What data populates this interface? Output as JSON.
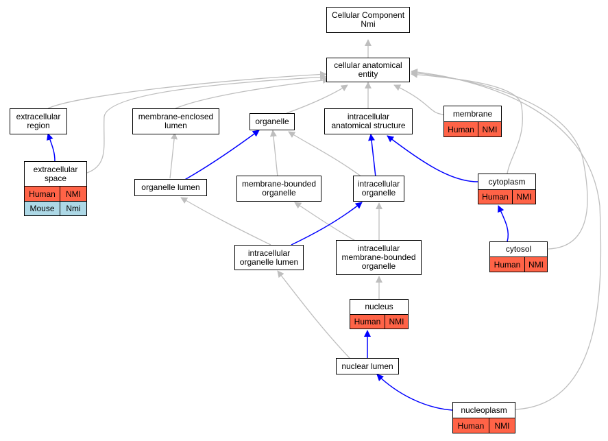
{
  "colors": {
    "human": "#ff6347",
    "mouse": "#add8e6",
    "edge_is_a": "#bebebe",
    "edge_part_of": "#0000ff"
  },
  "nodes": {
    "root": {
      "label": "Cellular Component\nNmi"
    },
    "cae": {
      "label": "cellular anatomical\nentity"
    },
    "extracellular_region": {
      "label": "extracellular\nregion"
    },
    "membrane_enclosed_lumen": {
      "label": "membrane-enclosed\nlumen"
    },
    "organelle": {
      "label": "organelle"
    },
    "intracellular_structure": {
      "label": "intracellular\nanatomical structure"
    },
    "membrane": {
      "label": "membrane",
      "tags": [
        "Human",
        "NMI"
      ]
    },
    "extracellular_space": {
      "label": "extracellular\nspace",
      "tags": [
        "Human",
        "NMI"
      ],
      "tags2": [
        "Mouse",
        "Nmi"
      ]
    },
    "organelle_lumen": {
      "label": "organelle lumen"
    },
    "membrane_bounded_organelle": {
      "label": "membrane-bounded\norganelle"
    },
    "intracellular_organelle": {
      "label": "intracellular\norganelle"
    },
    "cytoplasm": {
      "label": "cytoplasm",
      "tags": [
        "Human",
        "NMI"
      ]
    },
    "intracellular_organelle_lumen": {
      "label": "intracellular\norganelle lumen"
    },
    "intracellular_mbo": {
      "label": "intracellular\nmembrane-bounded\norganelle"
    },
    "cytosol": {
      "label": "cytosol",
      "tags": [
        "Human",
        "NMI"
      ]
    },
    "nucleus": {
      "label": "nucleus",
      "tags": [
        "Human",
        "NMI"
      ]
    },
    "nuclear_lumen": {
      "label": "nuclear lumen"
    },
    "nucleoplasm": {
      "label": "nucleoplasm",
      "tags": [
        "Human",
        "NMI"
      ]
    }
  }
}
